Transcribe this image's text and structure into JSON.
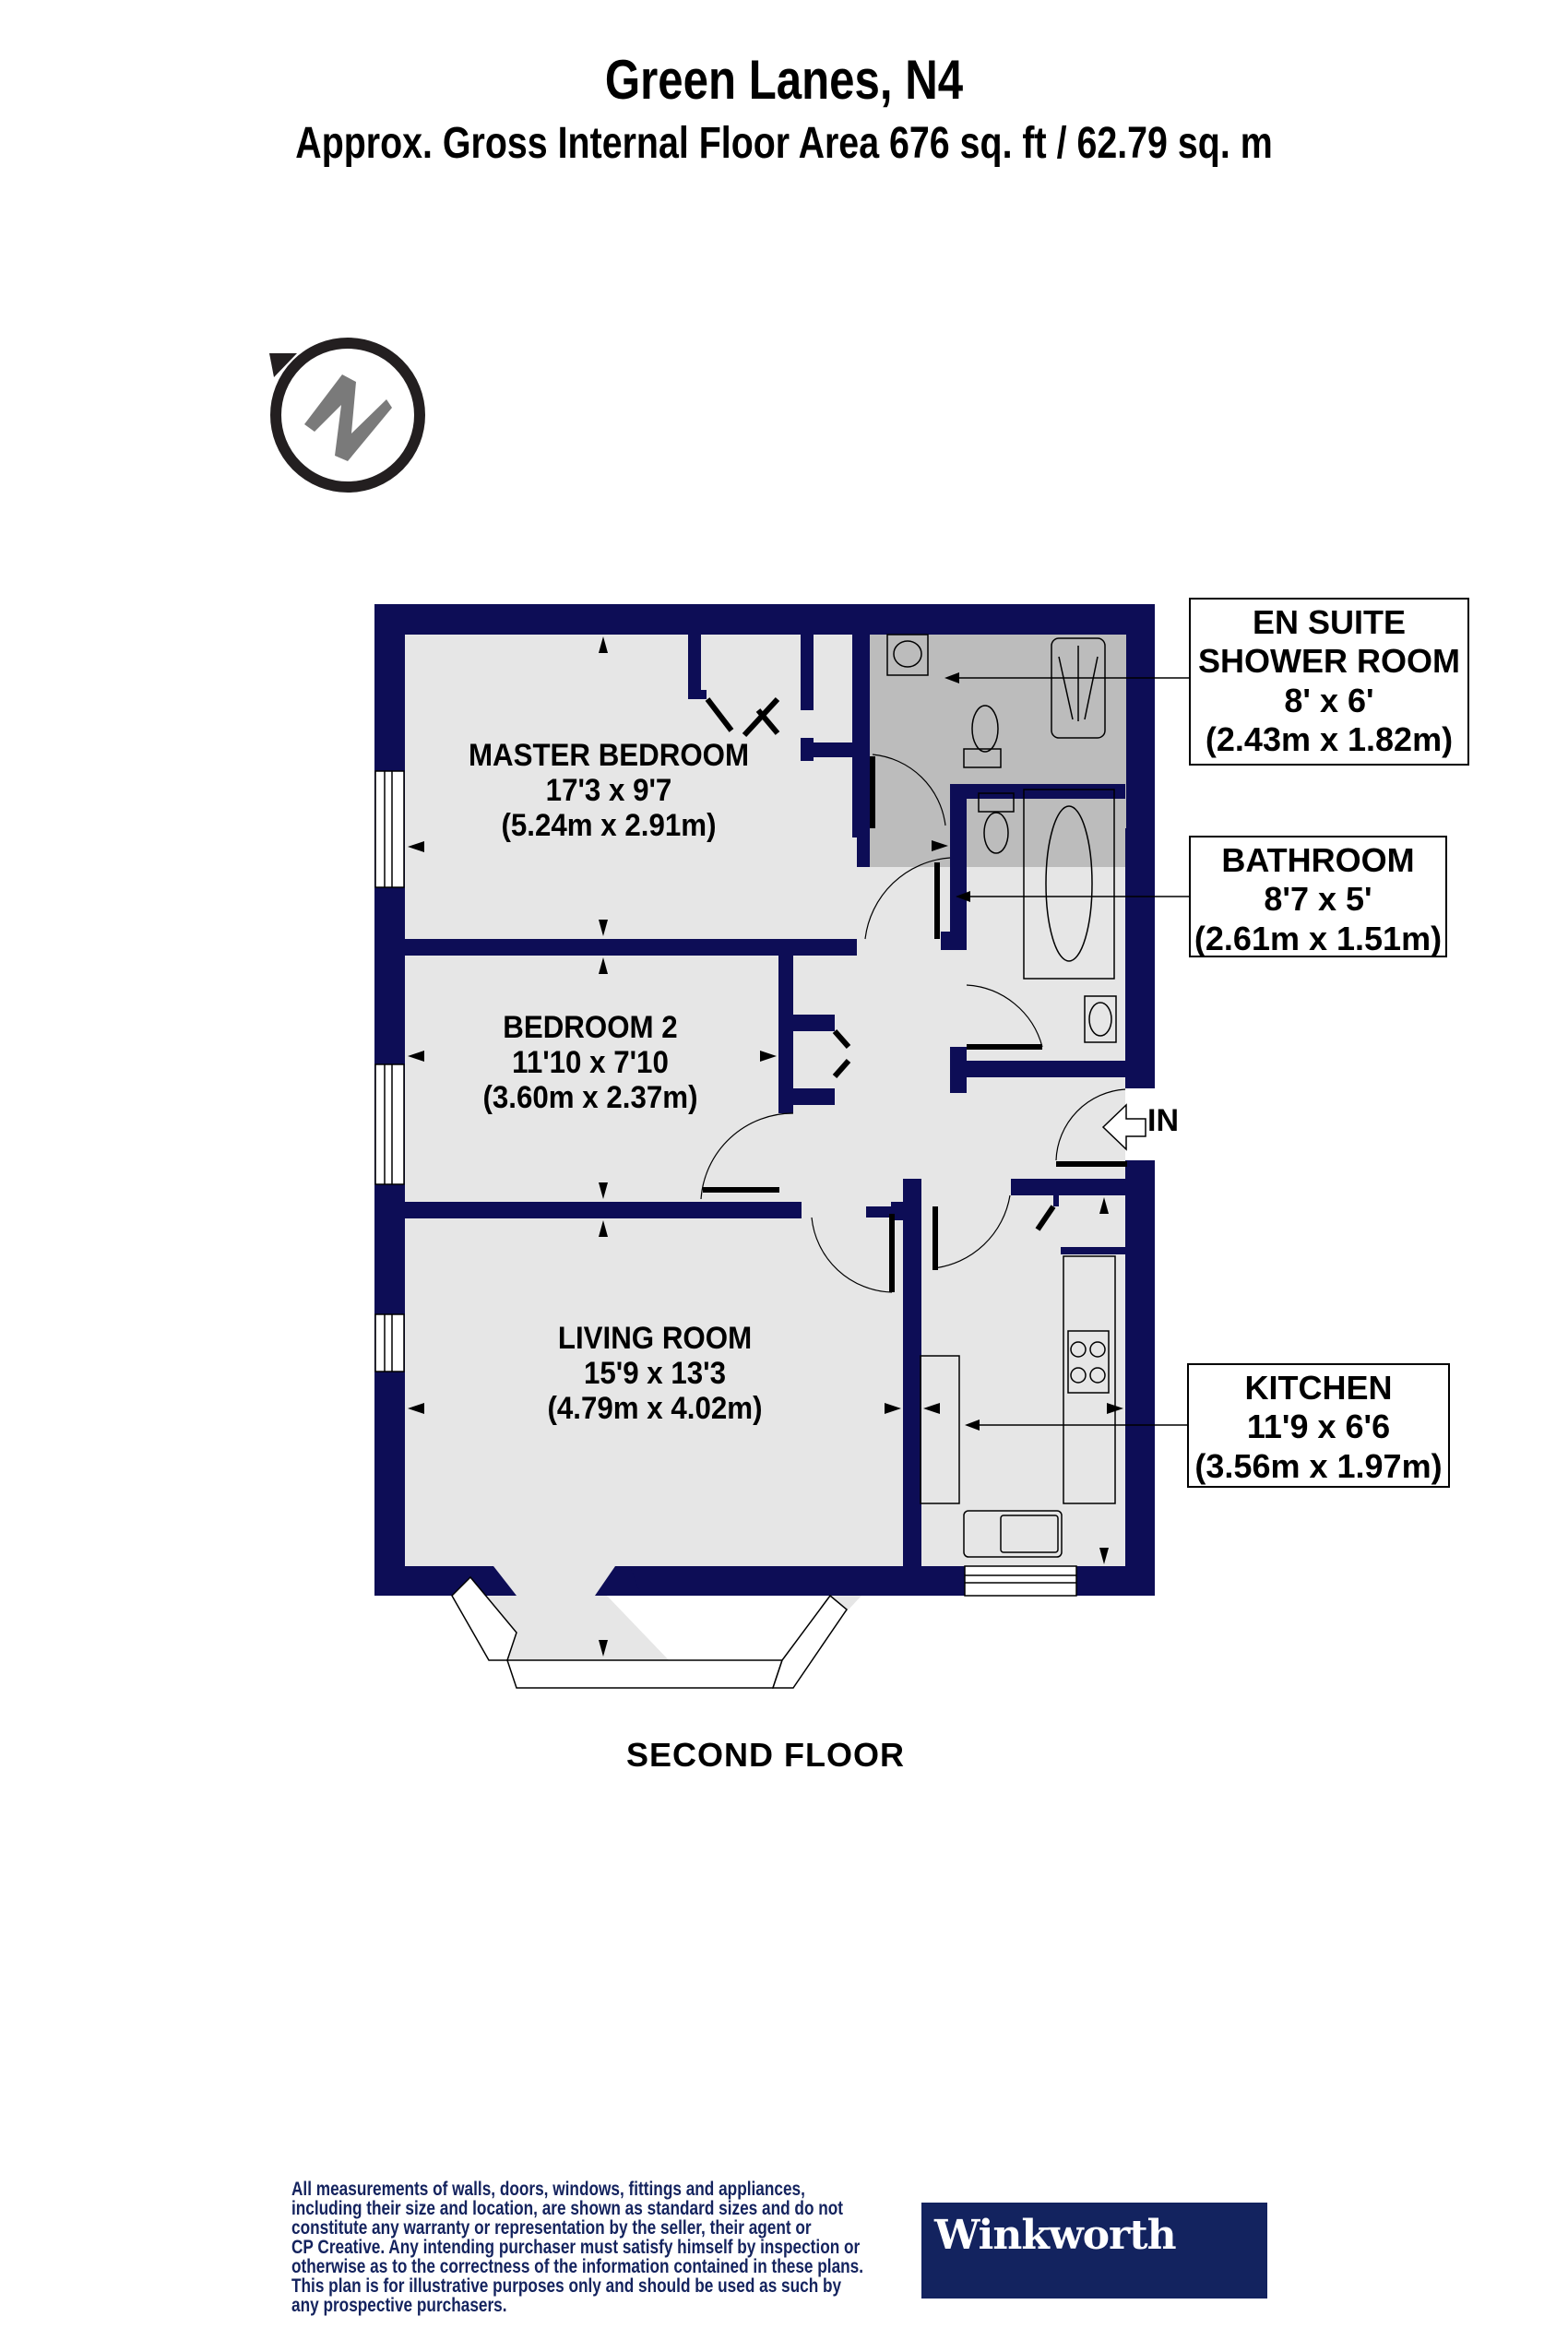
{
  "header": {
    "title": "Green Lanes, N4",
    "subtitle": "Approx. Gross Internal Floor Area 676 sq. ft / 62.79 sq. m"
  },
  "compass": {
    "icon": "north-arrow-compass-icon",
    "letter": "N"
  },
  "colors": {
    "wall": "#0d0d56",
    "floor": "#e6e6e6",
    "wet_room_floor": "#bcbcbc",
    "text": "#000000",
    "disclaimer_text": "#14235e",
    "brand_bg": "#13235f"
  },
  "rooms": {
    "master_bedroom": {
      "name": "MASTER BEDROOM",
      "imperial": "17'3 x 9'7",
      "metric": "(5.24m x 2.91m)"
    },
    "bedroom_2": {
      "name": "BEDROOM 2",
      "imperial": "11'10 x 7'10",
      "metric": "(3.60m x 2.37m)"
    },
    "living_room": {
      "name": "LIVING ROOM",
      "imperial": "15'9 x 13'3",
      "metric": "(4.79m x 4.02m)"
    },
    "en_suite": {
      "name_line1": "EN SUITE",
      "name_line2": "SHOWER ROOM",
      "imperial": "8' x 6'",
      "metric": "(2.43m x 1.82m)"
    },
    "bathroom": {
      "name": "BATHROOM",
      "imperial": "8'7 x 5'",
      "metric": "(2.61m x 1.51m)"
    },
    "kitchen": {
      "name": "KITCHEN",
      "imperial": "11'9 x 6'6",
      "metric": "(3.56m x 1.97m)"
    }
  },
  "entrance": {
    "label": "IN",
    "icon": "entrance-arrow-icon"
  },
  "floor_label": "SECOND FLOOR",
  "disclaimer": {
    "lines": [
      "All measurements of walls, doors, windows, fittings and appliances,",
      "including their size and location, are shown as standard sizes and do not",
      "constitute any warranty or representation by the seller, their agent or",
      "CP Creative. Any intending purchaser must satisfy himself by inspection or",
      "otherwise as to the correctness of the information contained in these plans.",
      "This plan is for illustrative purposes only and should be used as such by",
      "any prospective purchasers."
    ]
  },
  "brand": {
    "name": "Winkworth"
  }
}
